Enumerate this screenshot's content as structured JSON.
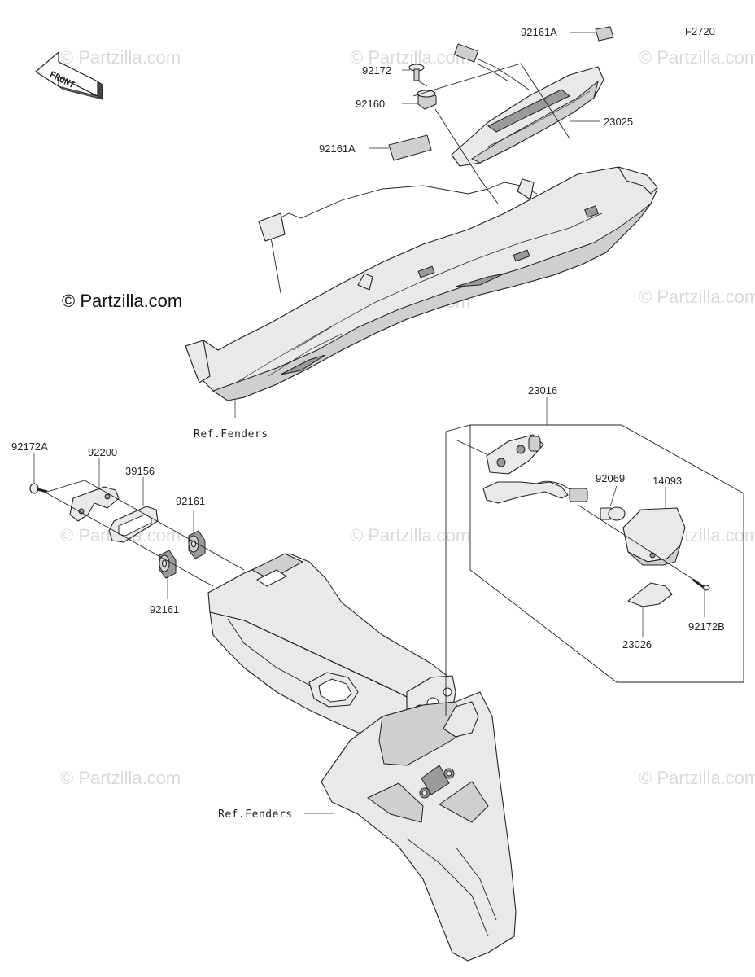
{
  "diagram_code": "F2720",
  "copyright": "© Partzilla.com",
  "watermark": "© Partzilla.com",
  "front_arrow": "FRONT",
  "labels": {
    "p92161A_top": "92161A",
    "p92172": "92172",
    "p92160": "92160",
    "p23025": "23025",
    "p92161A_mid": "92161A",
    "ref_fenders_top": "Ref.Fenders",
    "p23016": "23016",
    "p92069": "92069",
    "p14093": "14093",
    "p92172B": "92172B",
    "p23026": "23026",
    "p92172A": "92172A",
    "p92200": "92200",
    "p39156": "39156",
    "p92161_upper": "92161",
    "p92161_lower": "92161",
    "ref_fenders_bottom": "Ref.Fenders"
  }
}
